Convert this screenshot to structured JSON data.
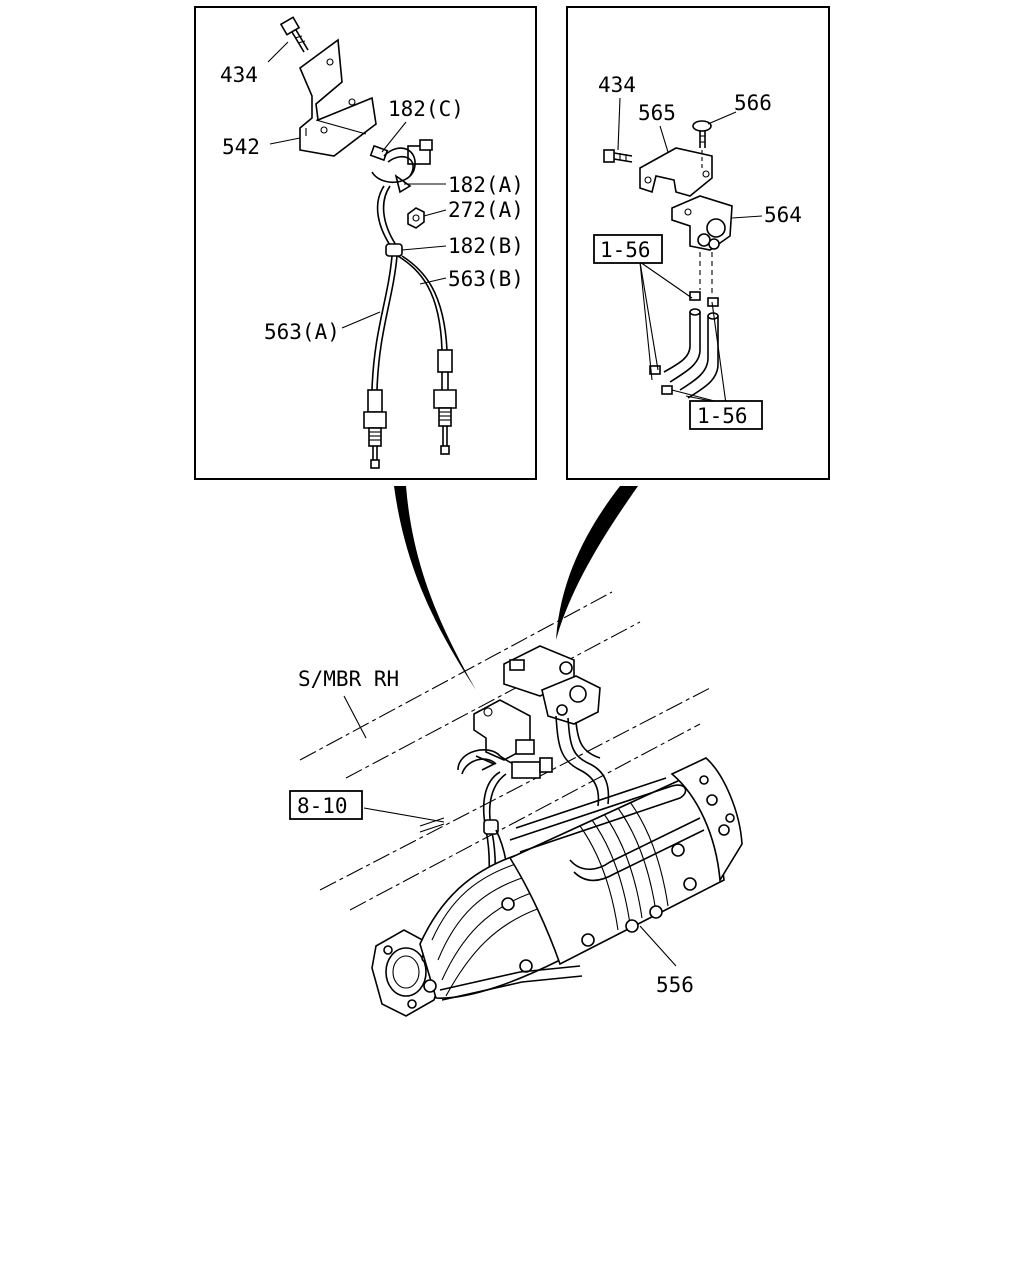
{
  "callouts": {
    "left_panel": {
      "bolt": "434",
      "bracket": "542",
      "clip_c": "182(C)",
      "clip_a": "182(A)",
      "nut": "272(A)",
      "clip_b": "182(B)",
      "sensor_b": "563(B)",
      "sensor_a": "563(A)"
    },
    "right_panel": {
      "bolt": "434",
      "bracket": "565",
      "bolt_top": "566",
      "sensor_unit": "564",
      "hose_ref_top": "1-56",
      "hose_ref_bottom": "1-56"
    },
    "main": {
      "frame_member": "S/MBR RH",
      "ref_box": "8-10",
      "dpd_unit": "556"
    }
  }
}
